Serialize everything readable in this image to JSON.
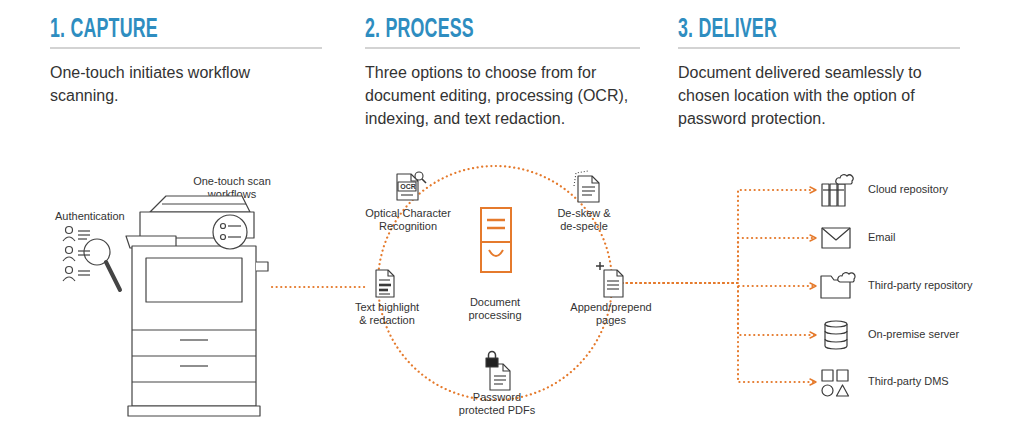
{
  "diagram": {
    "nodes": [
      {
        "text": [
          "OCR",
          "Optical Character Recognition"
        ]
      },
      {
        "text": [
          "De-skew & de-specle"
        ]
      },
      {
        "text": [
          "Text highlight & redaction"
        ]
      },
      {
        "text": [
          "Document processing"
        ]
      },
      {
        "text": [
          "Append/prepend pages"
        ]
      },
      {
        "text": [
          "Password protected PDFs"
        ]
      },
      {
        "text": [
          "Cloud repository"
        ]
      },
      {
        "text": [
          "Email"
        ]
      },
      {
        "text": [
          "Third-party repository"
        ]
      },
      {
        "text": [
          "On-premise server"
        ]
      },
      {
        "text": [
          "Third-party DMS"
        ]
      }
    ],
    "edges": [
      {
        "from": 3,
        "to": 6,
        "arrow": "to"
      },
      {
        "from": 3,
        "to": 7,
        "arrow": "to"
      },
      {
        "from": 3,
        "to": 8,
        "arrow": "to"
      },
      {
        "from": 3,
        "to": 9,
        "arrow": "to"
      },
      {
        "from": 3,
        "to": 10,
        "arrow": "to"
      }
    ],
    "labels": [
      "1. CAPTURE",
      "One-touch initiates workflow scanning.",
      "2. PROCESS",
      "Three options to choose from for document editing, processing (OCR), indexing, and text redaction.",
      "3. DELIVER",
      "Document delivered seamlessly to chosen location with the option of password protection.",
      "Authentication",
      "One-touch scan workflows"
    ]
  }
}
